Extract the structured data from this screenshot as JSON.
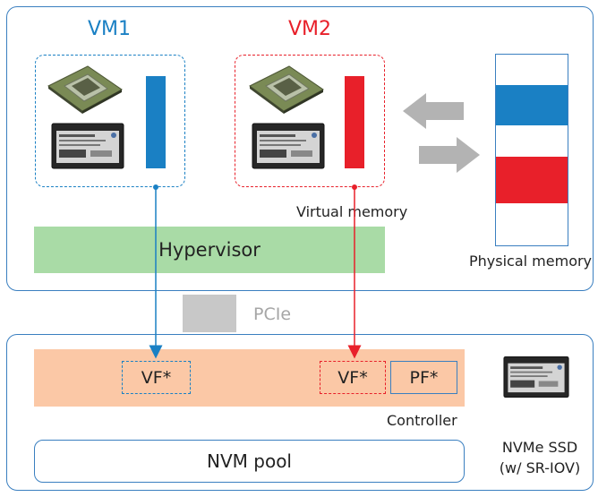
{
  "vm1": {
    "label": "VM1",
    "color": "#1a80c4"
  },
  "vm2": {
    "label": "VM2",
    "color": "#e8202a"
  },
  "virtual_memory_label": "Virtual memory",
  "hypervisor_label": "Hypervisor",
  "physical_memory_label": "Physical memory",
  "pcie_label": "PCIe",
  "controller": {
    "label": "Controller",
    "vf1_label": "VF*",
    "vf2_label": "VF*",
    "pf_label": "PF*"
  },
  "nvm_pool_label": "NVM pool",
  "ssd_label_line1": "NVMe SSD",
  "ssd_label_line2": "(w/ SR-IOV)",
  "colors": {
    "panel_border": "#3a7fc0",
    "hypervisor_fill": "#a9dba6",
    "controller_fill": "#fbc8a6",
    "pcie_fill": "#c8c8c8",
    "arrow_gray": "#b3b3b3"
  }
}
